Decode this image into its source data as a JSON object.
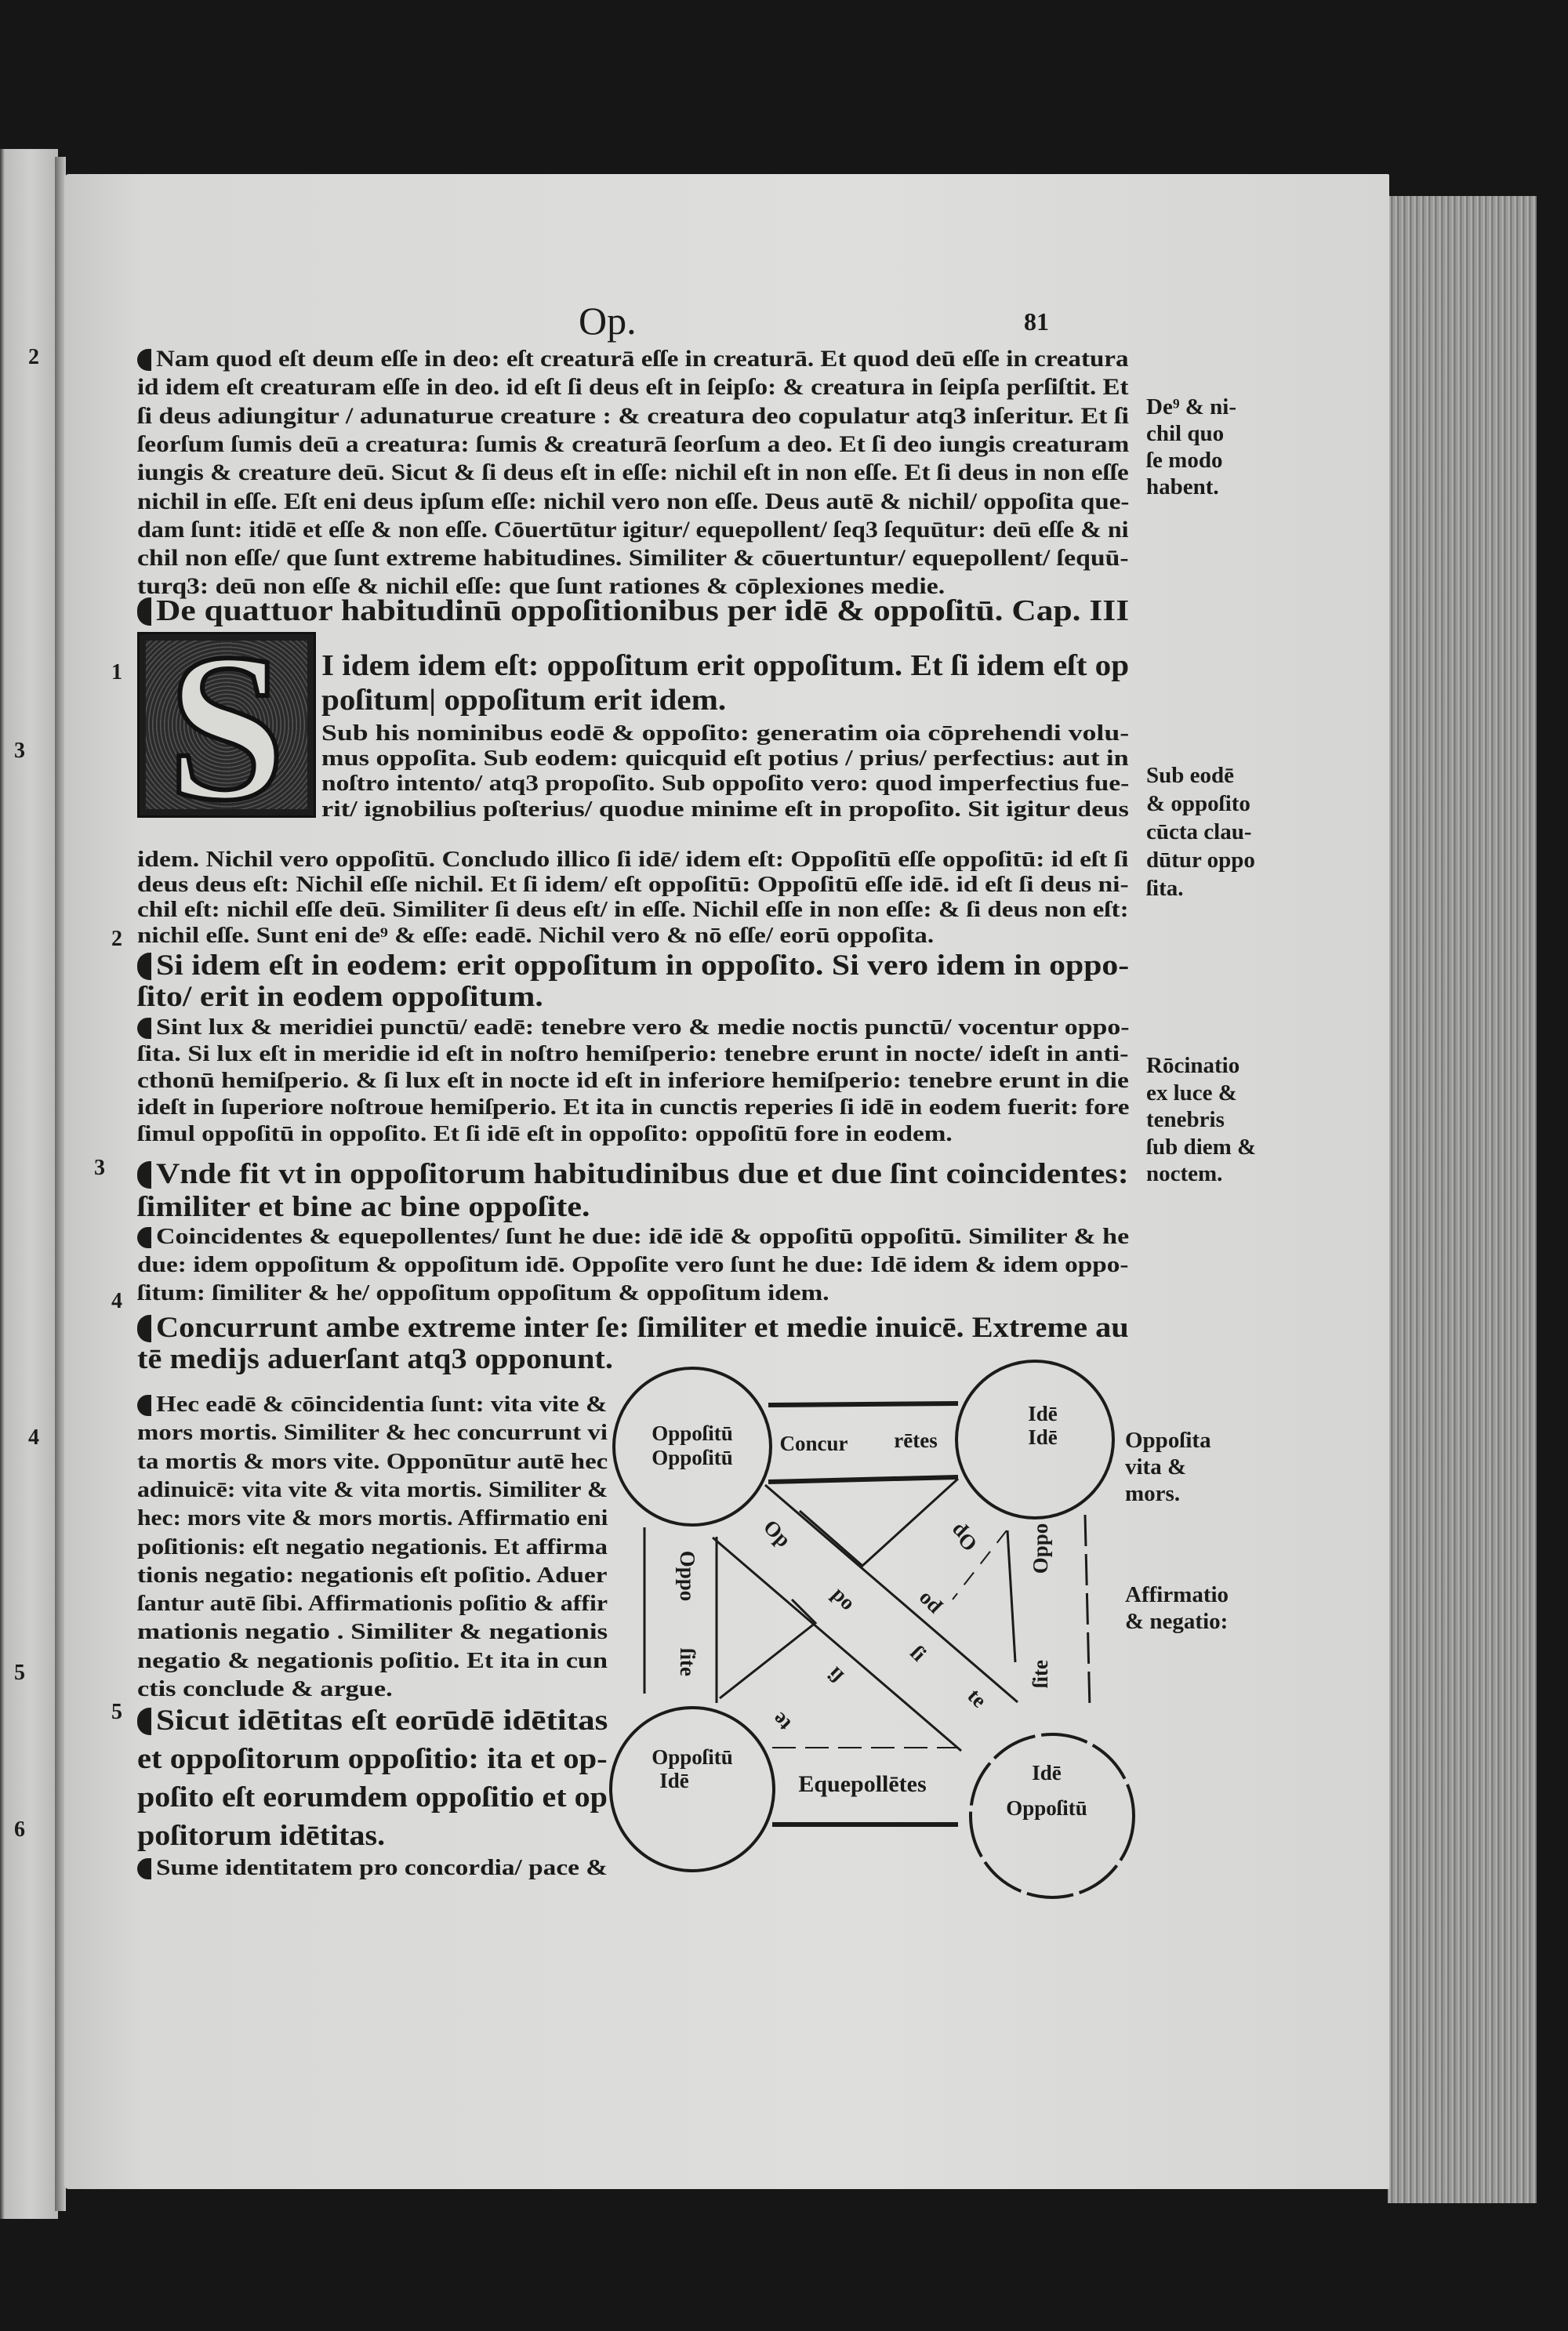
{
  "header": {
    "running_title": "Op.",
    "page_number": "81"
  },
  "left_page_numbers": [
    "2",
    "3",
    "4",
    "5",
    "6"
  ],
  "margin_numbers": [
    "1",
    "2",
    "3",
    "4",
    "5"
  ],
  "paragraphs": {
    "p1": [
      "Nam quod eſt deum eſſe in deo: eſt creaturā eſſe in creaturā. Et quod deū eſſe in creatura",
      "id idem eſt creaturam eſſe in deo. id eſt ſi deus eſt in ſeipſo: & creatura in ſeipſa perſiſtit. Et",
      "ſi deus adiungitur / adunaturue creature : & creatura deo copulatur atq3 inſeritur. Et ſi",
      "ſeorſum ſumis deū a creatura: ſumis & creaturā ſeorſum a deo. Et ſi deo iungis creaturam",
      "iungis & creature deū. Sicut & ſi deus eſt in eſſe: nichil eſt in non eſſe. Et ſi deus in non eſſe",
      "nichil in eſſe. Eſt eni deus ipſum eſſe: nichil vero non eſſe. Deus autē & nichil/ oppoſita que-",
      "dam ſunt: itidē et eſſe & non eſſe. Cōuertūtur igitur/ equepollent/ ſeq3 ſequūtur: deū eſſe & ni",
      "chil non eſſe/ que ſunt extreme habitudines. Similiter & cōuertuntur/ equepollent/ ſequū-",
      "turq3: deū non eſſe & nichil eſſe: que ſunt rationes & cōplexiones medie."
    ],
    "heading": [
      "De quattuor habitudinū oppoſitionibus per idē & oppoſitū. Cap. III"
    ],
    "p2a": [
      "I idem idem eſt: oppoſitum erit oppoſitum. Et ſi idem eſt op",
      "poſitum| oppoſitum erit idem."
    ],
    "p2b": [
      "Sub his nominibus eodē & oppoſito: generatim oia cōprehendi volu-",
      "mus oppoſita. Sub eodem: quicquid eſt potius / prius/ perfectius: aut in",
      "noſtro intento/ atq3 propoſito. Sub oppoſito vero: quod imperfectius fue-",
      "rit/ ignobilius poſterius/ quodue minime eſt in propoſito. Sit igitur deus"
    ],
    "p2c": [
      "idem. Nichil vero oppoſitū. Concludo illico ſi idē/ idem eſt: Oppoſitū eſſe oppoſitū: id eſt ſi",
      "deus deus eſt: Nichil eſſe nichil. Et ſi idem/ eſt oppoſitū: Oppoſitū eſſe idē. id eſt ſi deus ni-",
      "chil eſt: nichil eſſe deū. Similiter ſi deus eſt/ in eſſe. Nichil eſſe in non eſſe: & ſi deus non eſt:",
      "nichil eſſe. Sunt eni de⁹ & eſſe: eadē. Nichil vero & nō eſſe/ eorū oppoſita."
    ],
    "p3": [
      "Si idem eſt in eodem: erit oppoſitum in oppoſito. Si vero idem in oppo-",
      "ſito/ erit in eodem oppoſitum."
    ],
    "p4": [
      "Sint lux & meridiei punctū/ eadē: tenebre vero & medie noctis punctū/ vocentur oppo-",
      "ſita. Si lux eſt in meridie id eſt in noſtro hemiſperio: tenebre erunt in nocte/ ideſt in anti-",
      "cthonū hemiſperio. & ſi lux eſt in nocte id eſt in inferiore hemiſperio: tenebre erunt in die",
      "ideſt in ſuperiore noſtroue hemiſperio. Et ita in cunctis reperies ſi idē in eodem fuerit: fore",
      "ſimul oppoſitū in oppoſito. Et ſi idē eſt in oppoſito: oppoſitū fore in eodem."
    ],
    "p5": [
      "Vnde fit vt in oppoſitorum habitudinibus due et due ſint coincidentes:",
      "ſimiliter et bine ac bine oppoſite."
    ],
    "p6": [
      "Coincidentes & equepollentes/ ſunt he due: idē idē & oppoſitū oppoſitū. Similiter & he",
      "due: idem oppoſitum & oppoſitum idē. Oppoſite vero ſunt he due: Idē idem & idem oppo-",
      "ſitum: ſimiliter & he/ oppoſitum oppoſitum & oppoſitum idem."
    ],
    "p7": [
      "Concurrunt ambe extreme inter ſe: ſimiliter et medie inuicē. Extreme au",
      "tē medijs aduerſant atq3 opponunt."
    ],
    "p8": [
      "Hec eadē & cōincidentia ſunt: vita vite &",
      "mors mortis. Similiter & hec concurrunt vi",
      "ta mortis & mors vite. Opponūtur autē hec",
      "adinuicē: vita vite & vita mortis. Similiter &",
      "hec: mors vite & mors mortis. Affirmatio eni",
      "poſitionis: eſt negatio negationis. Et affirma",
      "tionis negatio: negationis eſt poſitio. Aduer",
      "ſantur autē ſibi. Affirmationis poſitio & affir",
      "mationis negatio . Similiter & negationis",
      "negatio & negationis poſitio. Et ita in cun",
      "ctis conclude & argue."
    ],
    "p9": [
      "Sicut idētitas eſt eorūdē idētitas",
      "et oppoſitorum oppoſitio: ita et op-",
      "poſito eſt eorumdem oppoſitio et op",
      "poſitorum idētitas."
    ],
    "p10": [
      "Sume identitatem pro concordia/ pace &"
    ]
  },
  "initial_letter": "S",
  "margin_notes": {
    "n1": [
      "De⁹ & ni-",
      "chil quo",
      "ſe modo",
      "habent."
    ],
    "n2": [
      "Sub eodē",
      "& oppoſito",
      "cūcta clau-",
      "dūtur oppo",
      "ſita."
    ],
    "n3": [
      "Rōcinatio",
      "ex luce &",
      "tenebris",
      "ſub diem &",
      "noctem."
    ],
    "n4": [
      "Oppoſita",
      "vita &",
      "mors."
    ],
    "n5": [
      "Affirmatio",
      "& negatio:"
    ]
  },
  "diagram": {
    "top_left": [
      "Oppoſitū",
      "Oppoſitū"
    ],
    "top_right": [
      "Idē",
      "Idē"
    ],
    "bottom_left": [
      "Oppoſitū",
      "Idē"
    ],
    "bottom_right": [
      "Idē",
      "Oppoſitū"
    ],
    "top_bar": [
      "Concur",
      "rētes"
    ],
    "bottom_bar": "Equepollētes",
    "left_band": [
      "Oppo",
      "ſite"
    ],
    "right_band": [
      "Oppo",
      "ſite"
    ],
    "diag_a": [
      "Op",
      "po",
      "ſi",
      "te"
    ],
    "diag_b": [
      "Op",
      "po",
      "ſi",
      "te"
    ]
  }
}
